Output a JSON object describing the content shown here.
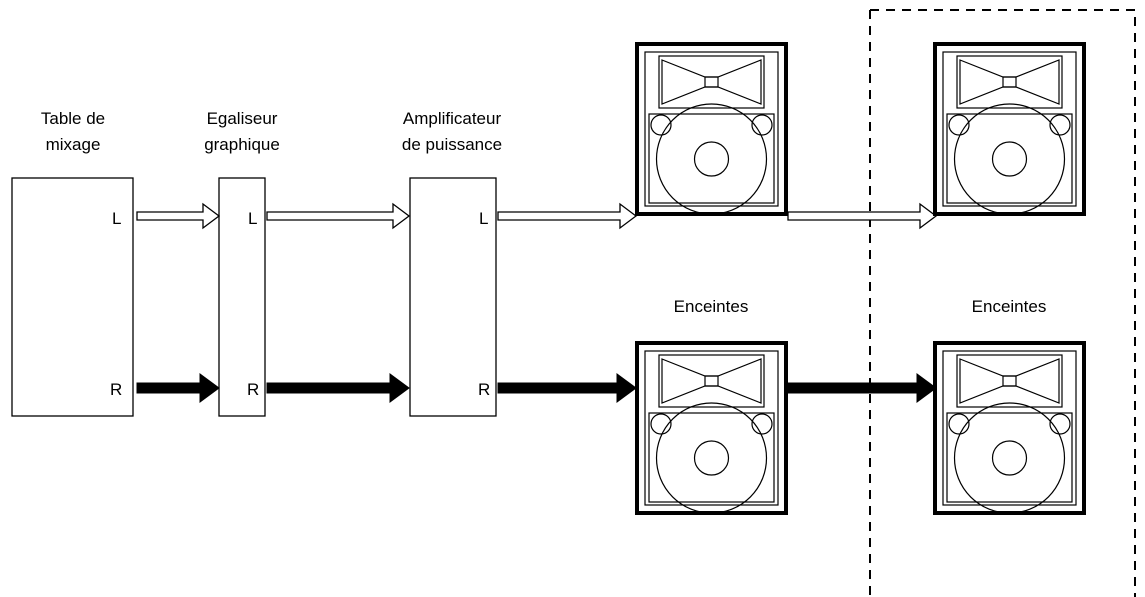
{
  "devices": {
    "mixer": {
      "line1": "Table de",
      "line2": "mixage"
    },
    "eq": {
      "line1": "Egaliseur",
      "line2": "graphique"
    },
    "amp": {
      "line1": "Amplificateur",
      "line2": "de puissance"
    }
  },
  "channels": {
    "left": "L",
    "right": "R"
  },
  "speakers": {
    "main_label": "Enceintes",
    "extra_label": "Enceintes"
  },
  "colors": {
    "left_signal": "#ffffff",
    "right_signal": "#000000",
    "stroke": "#000000"
  }
}
